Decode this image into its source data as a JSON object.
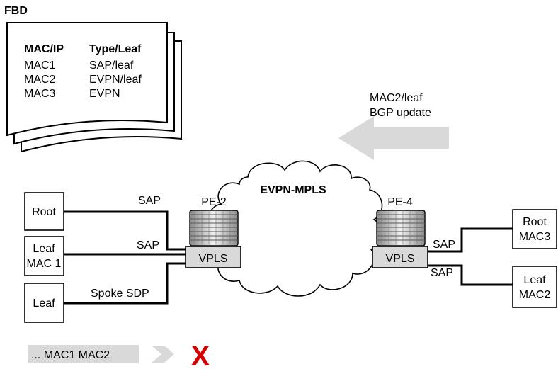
{
  "fdb": {
    "title": "FBD",
    "col1_header": "MAC/IP",
    "col2_header": "Type/Leaf",
    "rows": [
      {
        "mac": "MAC1",
        "type": "SAP/leaf"
      },
      {
        "mac": "MAC2",
        "type": "EVPN/leaf"
      },
      {
        "mac": "MAC3",
        "type": "EVPN"
      }
    ]
  },
  "bgp": {
    "line1": "MAC2/leaf",
    "line2": "BGP update"
  },
  "cloud": {
    "label": "EVPN-MPLS"
  },
  "pe2": {
    "label": "PE-2",
    "service": "VPLS"
  },
  "pe4": {
    "label": "PE-4",
    "service": "VPLS"
  },
  "left_nodes": {
    "root": "Root",
    "leaf_mac1_line1": "Leaf",
    "leaf_mac1_line2": "MAC 1",
    "leaf": "Leaf"
  },
  "left_links": {
    "sap1": "SAP",
    "sap2": "SAP",
    "spoke": "Spoke SDP"
  },
  "right_nodes": {
    "root_line1": "Root",
    "root_line2": "MAC3",
    "leaf_line1": "Leaf",
    "leaf_line2": "MAC2"
  },
  "right_links": {
    "sap1": "SAP",
    "sap2": "SAP"
  },
  "flow": {
    "frames": "... MAC1 MAC2",
    "blocked": "X"
  },
  "colors": {
    "arrow": "#d9d9d9",
    "vpls_fill": "#d9d9d9",
    "blocked": "#d40000",
    "frames_fill": "#d9d9d9"
  }
}
